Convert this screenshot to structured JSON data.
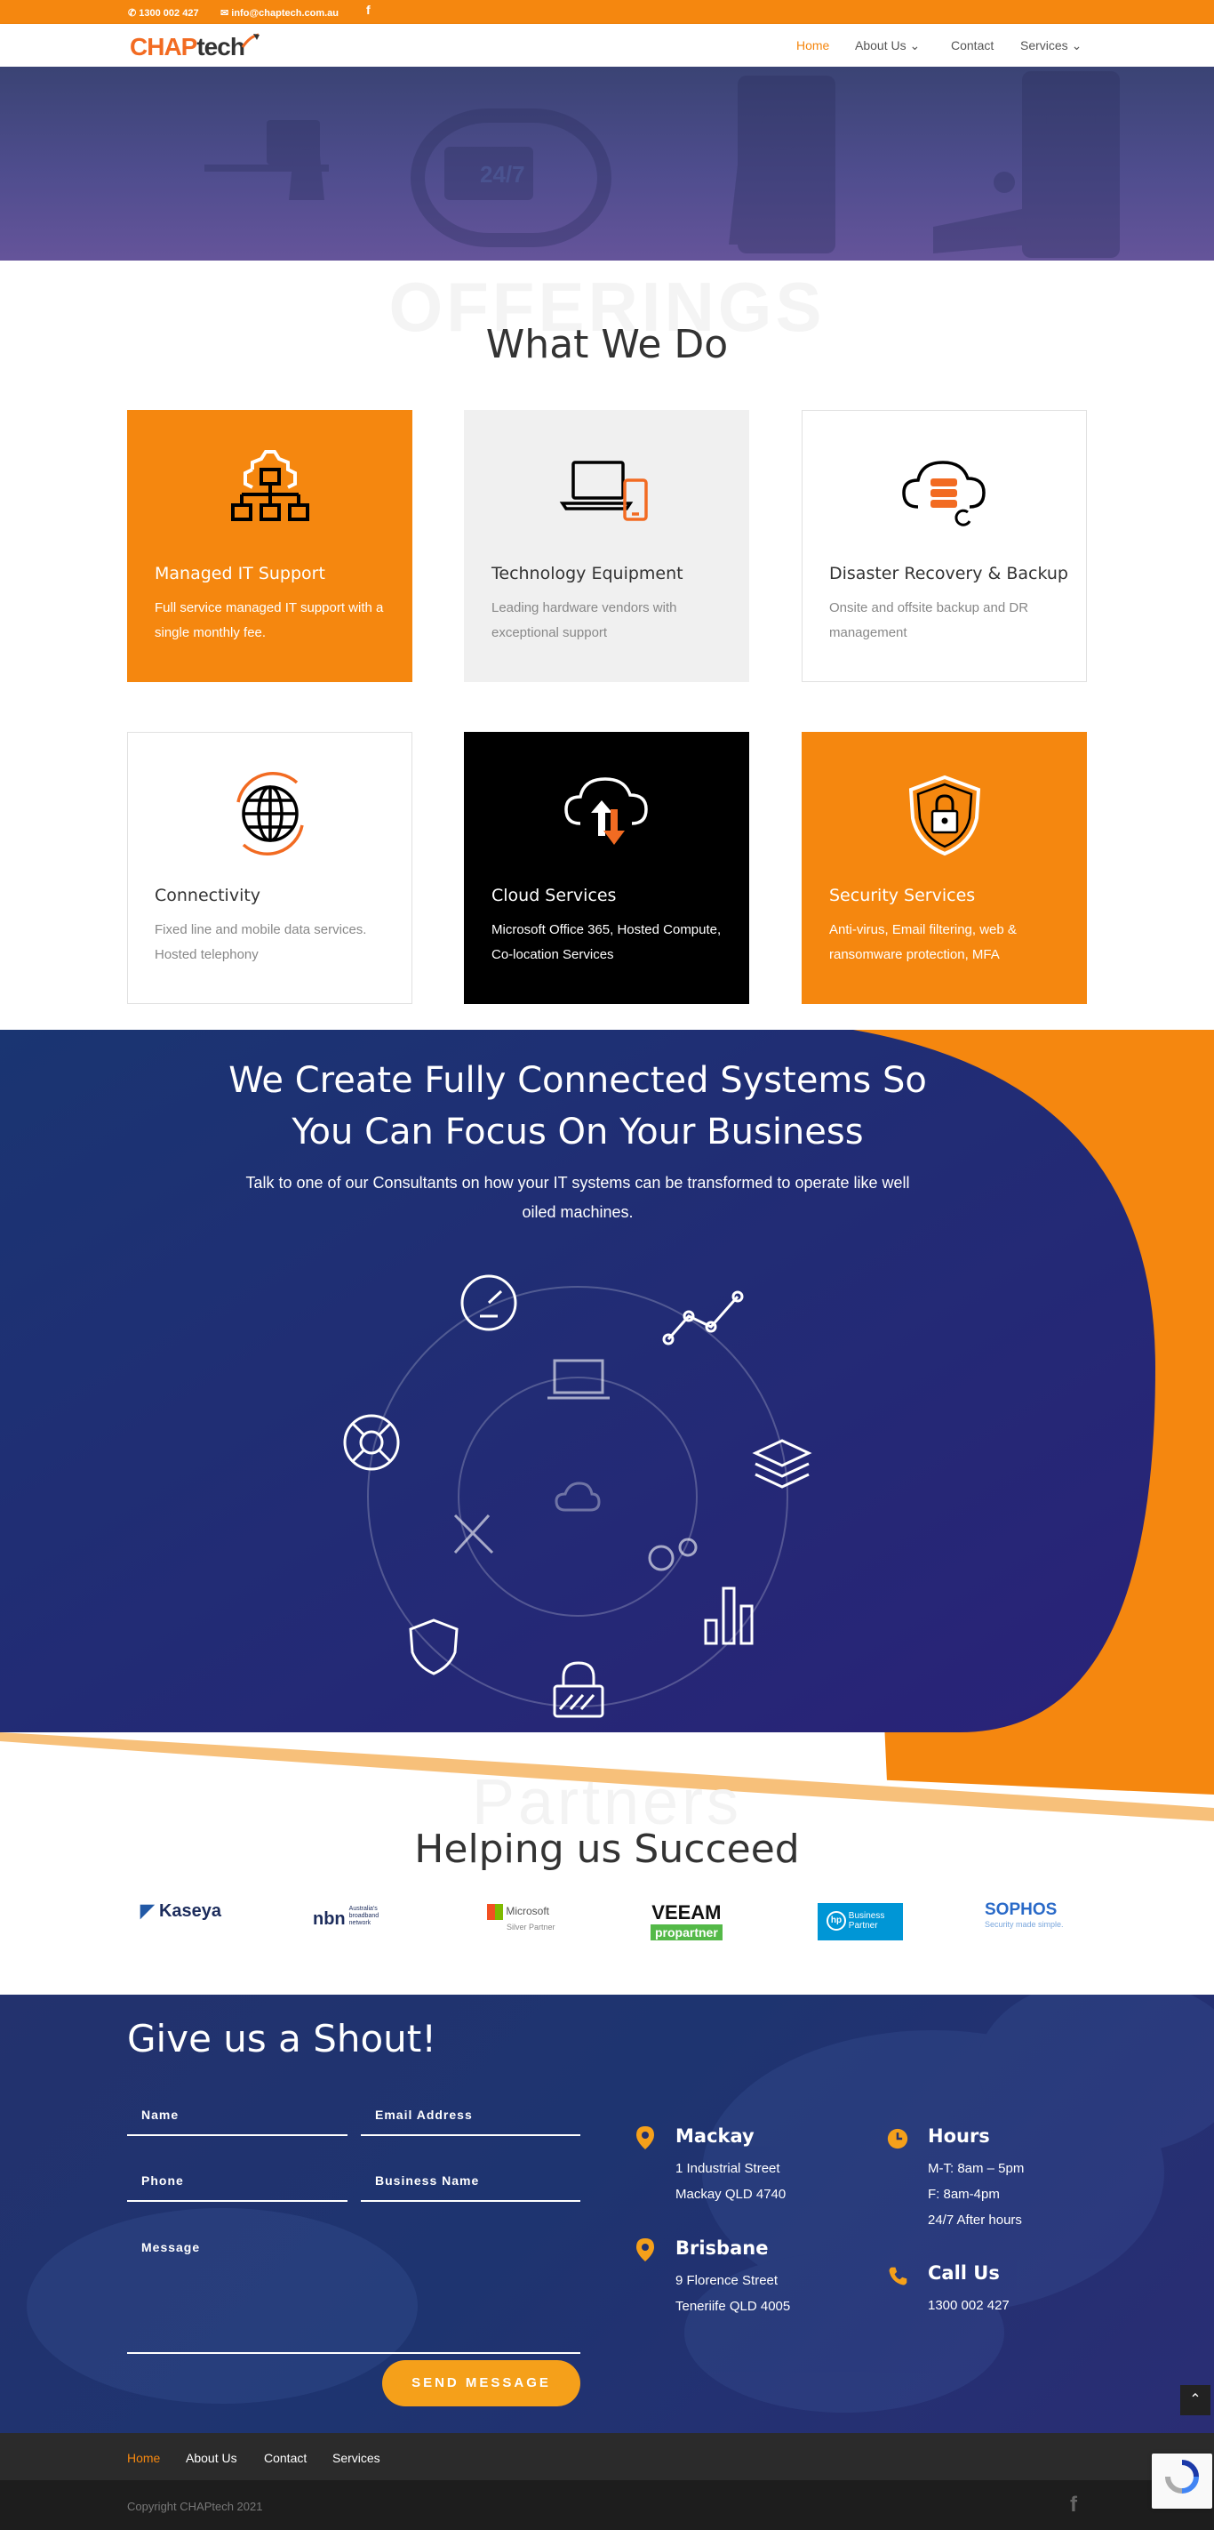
{
  "topbar": {
    "phone": "1300 002 427",
    "email": "info@chaptech.com.au",
    "facebook_icon": "facebook-icon"
  },
  "header": {
    "logo_a": "CHAP",
    "logo_b": "tech",
    "nav": [
      {
        "label": "Home"
      },
      {
        "label": "About Us"
      },
      {
        "label": "Contact"
      },
      {
        "label": "Services"
      }
    ]
  },
  "hero": {
    "badge": "24/7"
  },
  "offerings": {
    "bg_word": "OFFERINGS",
    "title": "What We Do",
    "cards": [
      {
        "title": "Managed IT Support",
        "desc": "Full service managed IT support with a single monthly fee.",
        "icon": "network-gear-icon"
      },
      {
        "title": "Technology Equipment",
        "desc": "Leading hardware vendors with exceptional support",
        "icon": "laptop-phone-icon"
      },
      {
        "title": "Disaster Recovery & Backup",
        "desc": "Onsite and offsite backup and DR management",
        "icon": "cloud-database-icon"
      },
      {
        "title": "Connectivity",
        "desc": "Fixed line and mobile data services. Hosted telephony",
        "icon": "globe-icon"
      },
      {
        "title": "Cloud Services",
        "desc": "Microsoft Office 365, Hosted Compute, Co-location Services",
        "icon": "cloud-transfer-icon"
      },
      {
        "title": "Security Services",
        "desc": "Anti-virus, Email filtering,  web & ransomware protection, MFA",
        "icon": "shield-lock-icon"
      }
    ]
  },
  "cta": {
    "title_line1": "We Create Fully Connected Systems So",
    "title_line2": "You Can Focus On Your Business",
    "subtitle": "Talk to one of our Consultants on how your IT systems can be transformed to operate like well oiled machines."
  },
  "partners": {
    "bg_word": "Partners",
    "title": "Helping us Succeed",
    "logos": [
      {
        "name": "Kaseya"
      },
      {
        "name": "nbn",
        "sub": "Australia's broadband network"
      },
      {
        "name": "Microsoft",
        "sub": "Silver Partner"
      },
      {
        "name": "VEEAM",
        "sub": "propartner"
      },
      {
        "name": "Business Partner"
      },
      {
        "name": "SOPHOS",
        "sub": "Security made simple."
      }
    ]
  },
  "contact": {
    "title": "Give us a Shout!",
    "fields": {
      "name": "Name",
      "email": "Email Address",
      "phone": "Phone",
      "business": "Business Name",
      "message": "Message"
    },
    "send": "SEND MESSAGE",
    "mackay": {
      "title": "Mackay",
      "line1": "1 Industrial Street",
      "line2": "Mackay QLD 4740"
    },
    "brisbane": {
      "title": "Brisbane",
      "line1": "9 Florence Street",
      "line2": "Teneriife QLD 4005"
    },
    "hours": {
      "title": "Hours",
      "line1": "M-T: 8am – 5pm",
      "line2": "F: 8am-4pm",
      "line3": "24/7 After hours"
    },
    "call": {
      "title": "Call Us",
      "line1": "1300 002 427"
    }
  },
  "footer": {
    "nav": [
      {
        "label": "Home"
      },
      {
        "label": "About Us"
      },
      {
        "label": "Contact"
      },
      {
        "label": "Services"
      }
    ],
    "copyright": "Copyright CHAPtech 2021"
  },
  "colors": {
    "orange": "#f5870f",
    "navy": "#1e2c6b",
    "black": "#000000"
  }
}
